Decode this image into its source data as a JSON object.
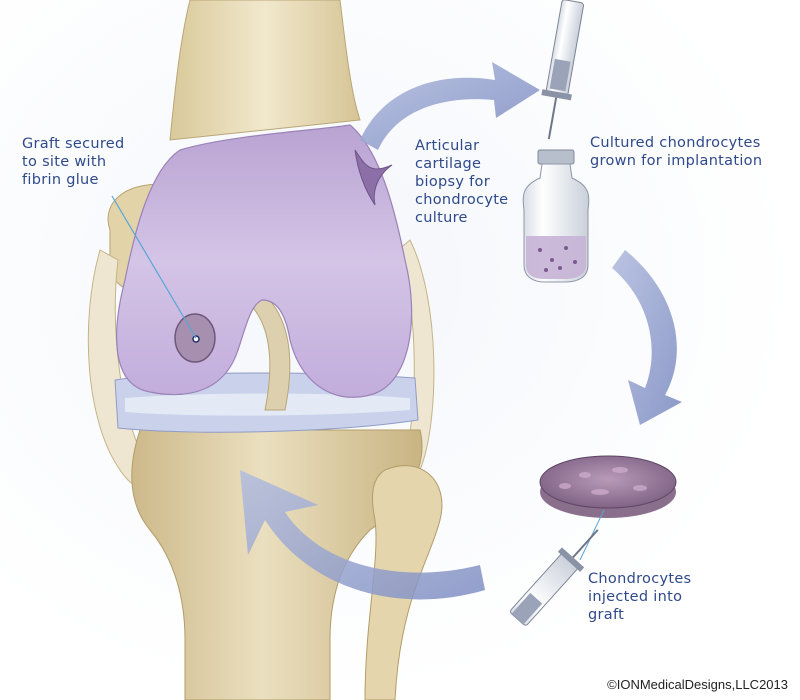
{
  "labels": {
    "graft_secured": "Graft secured\nto site with\nfibrin glue",
    "biopsy": "Articular\ncartilage\nbiopsy for\nchondrocyte\nculture",
    "cultured": "Cultured chondrocytes\ngrown for implantation",
    "injected": "Chondrocytes\ninjected into\ngraft"
  },
  "credit": "©IONMedicalDesigns,LLC2013",
  "colors": {
    "label_text": "#2f4a8a",
    "cartilage": "#c7b3dc",
    "bone": "#e8dcb8",
    "arrow": "#9aa7cf",
    "meniscus": "#c9d2ea"
  },
  "icons": [
    "knee-joint-illustration",
    "syringe-icon",
    "vial-icon",
    "graft-disc-icon",
    "cycle-arrow-icon"
  ]
}
